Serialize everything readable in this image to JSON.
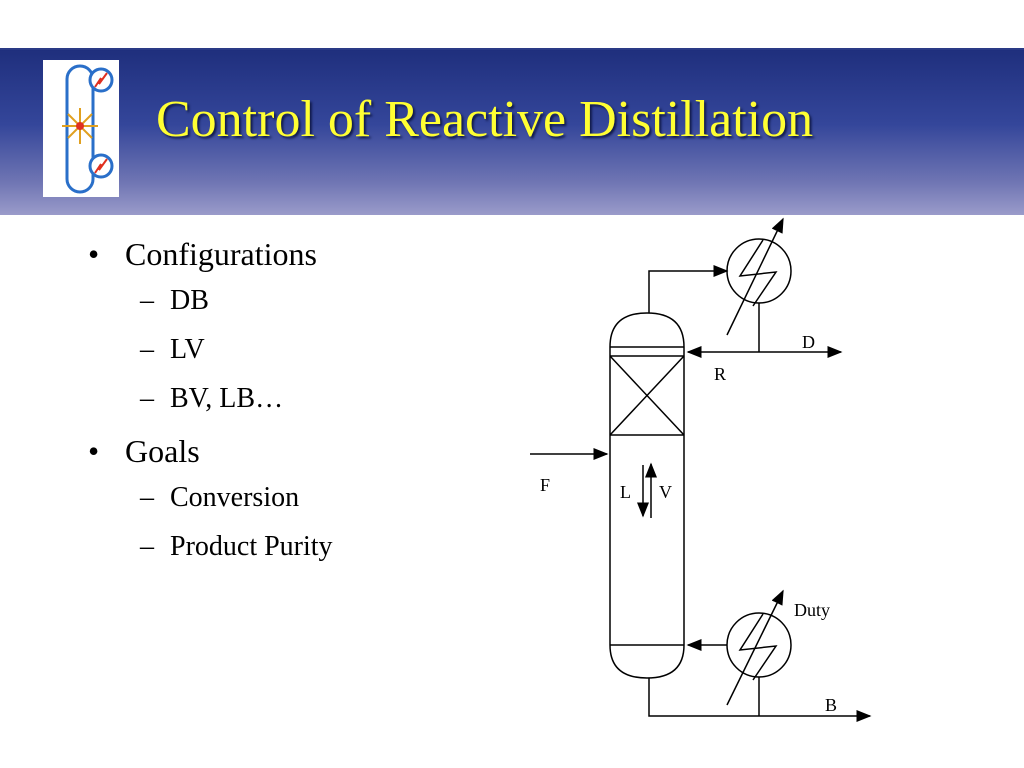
{
  "slide": {
    "title": "Control of Reactive Distillation",
    "title_color": "#ffff33",
    "header_color": "#2b3d8f"
  },
  "logo": {
    "icon": "distillation-column-logo"
  },
  "bullets": [
    {
      "bullet": "•",
      "text": "Configurations",
      "subitems": [
        {
          "dash": "–",
          "text": "DB"
        },
        {
          "dash": "–",
          "text": "LV"
        },
        {
          "dash": "–",
          "text": "BV, LB…"
        }
      ]
    },
    {
      "bullet": "•",
      "text": "Goals",
      "subitems": [
        {
          "dash": "–",
          "text": "Conversion"
        },
        {
          "dash": "–",
          "text": "Product Purity"
        }
      ]
    }
  ],
  "diagram": {
    "labels": {
      "feed": "F",
      "distillate": "D",
      "reflux": "R",
      "liquid": "L",
      "vapor": "V",
      "duty": "Duty",
      "bottoms": "B"
    }
  }
}
